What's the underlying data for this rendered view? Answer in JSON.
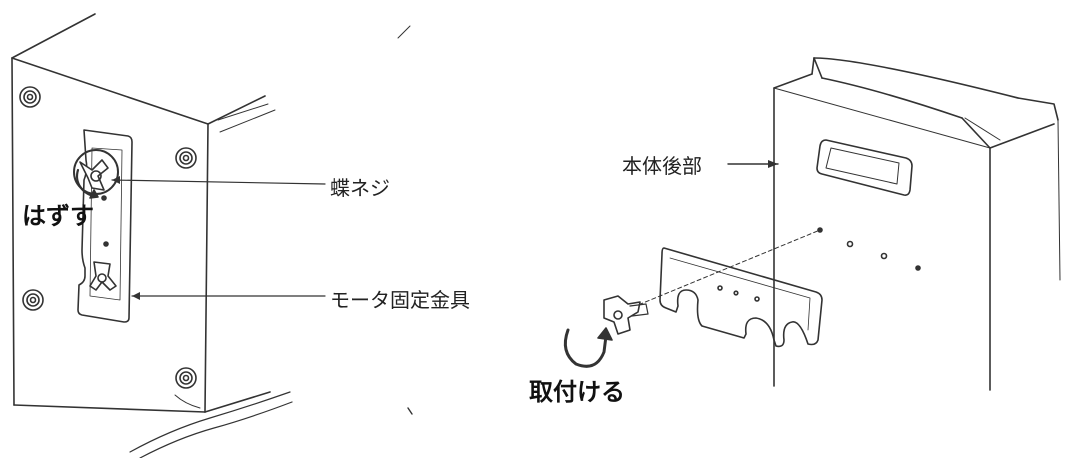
{
  "labels": {
    "hazusu": "はずす",
    "chouneji": "蝶ネジ",
    "motor_bracket": "モータ固定金具",
    "hontai_kobu": "本体後部",
    "toritsukeru": "取付ける"
  },
  "colors": {
    "line": "#333333",
    "background": "#ffffff",
    "accent_bold_text": "#111111"
  }
}
